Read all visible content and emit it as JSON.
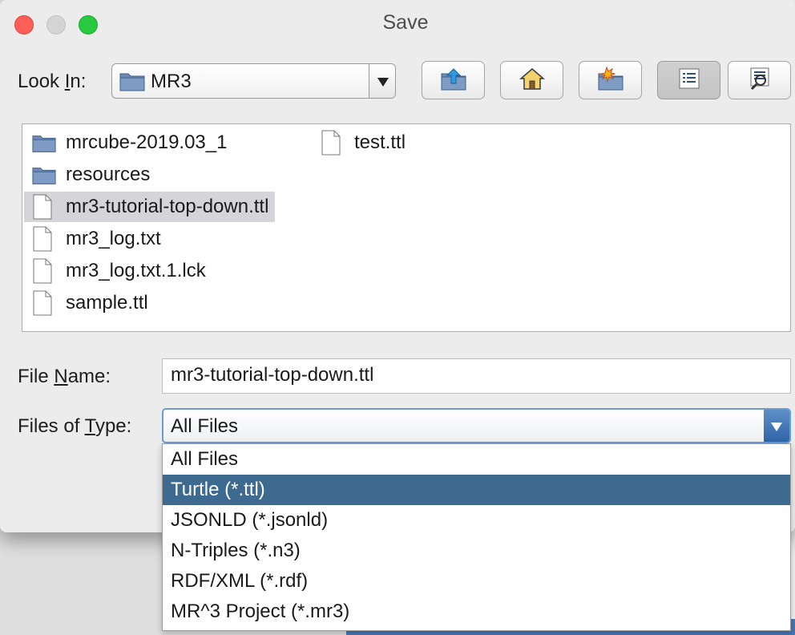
{
  "window": {
    "title": "Save"
  },
  "lookin": {
    "label_pre": "Look ",
    "label_u": "I",
    "label_post": "n:",
    "value": "MR3"
  },
  "toolbar": {
    "buttons": [
      {
        "name": "up-one-level-button",
        "icon": "folder-up-icon"
      },
      {
        "name": "home-button",
        "icon": "home-icon"
      },
      {
        "name": "new-folder-button",
        "icon": "new-folder-icon"
      },
      {
        "name": "list-view-button",
        "icon": "list-icon",
        "pressed": true
      },
      {
        "name": "details-view-button",
        "icon": "details-icon"
      }
    ]
  },
  "files": [
    {
      "name": "mrcube-2019.03_1",
      "type": "folder"
    },
    {
      "name": "resources",
      "type": "folder"
    },
    {
      "name": "mr3-tutorial-top-down.ttl",
      "type": "file",
      "selected": true
    },
    {
      "name": "mr3_log.txt",
      "type": "file"
    },
    {
      "name": "mr3_log.txt.1.lck",
      "type": "file"
    },
    {
      "name": "sample.ttl",
      "type": "file"
    },
    {
      "name": "test.ttl",
      "type": "file"
    }
  ],
  "filename": {
    "label_pre": "File ",
    "label_u": "N",
    "label_post": "ame:",
    "value": "mr3-tutorial-top-down.ttl"
  },
  "filetype": {
    "label_pre": "Files of ",
    "label_u": "T",
    "label_post": "ype:",
    "value": "All Files",
    "options": [
      "All Files",
      "Turtle (*.ttl)",
      "JSONLD (*.jsonld)",
      "N-Triples (*.n3)",
      "RDF/XML (*.rdf)",
      "MR^3 Project (*.mr3)"
    ],
    "highlighted": "Turtle (*.ttl)"
  },
  "colors": {
    "highlight": "#3d6a8e",
    "selection": "#d5d5d9",
    "focus": "#6c9ad3",
    "folder": "#6d8cb5"
  }
}
